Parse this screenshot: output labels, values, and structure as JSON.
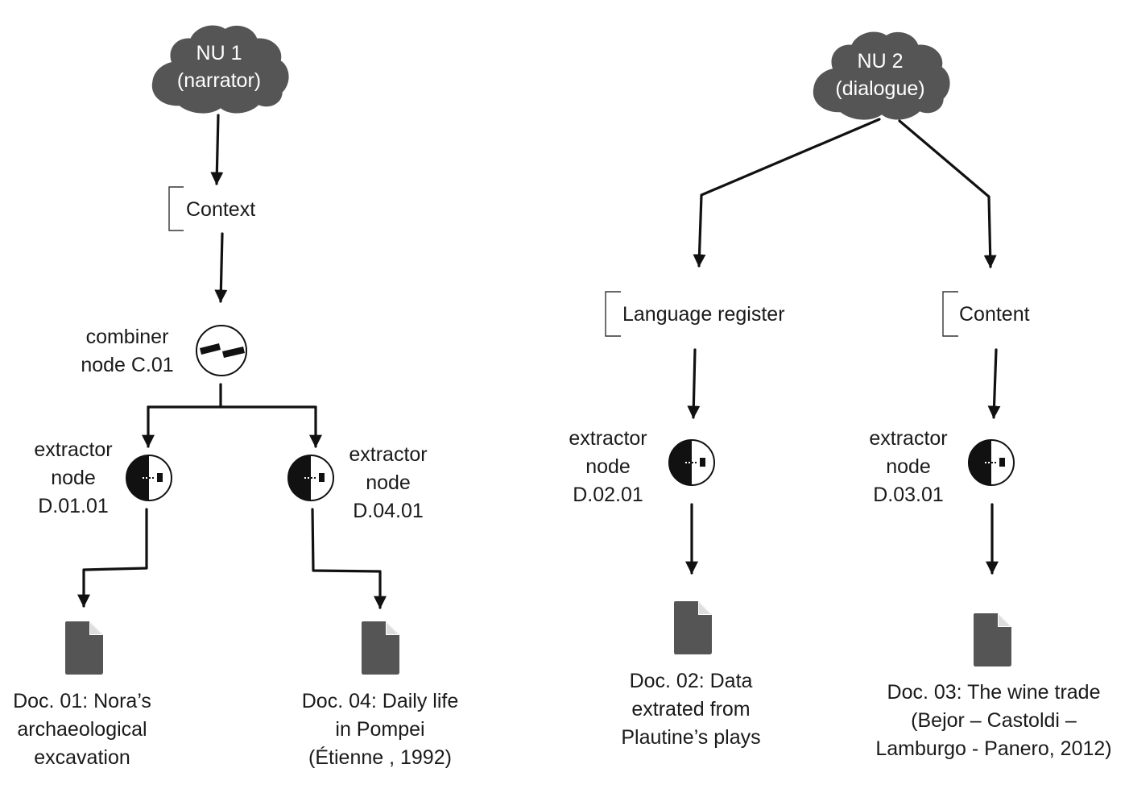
{
  "nodes": {
    "nu1": {
      "line1": "NU 1",
      "line2": "(narrator)"
    },
    "nu2": {
      "line1": "NU 2",
      "line2": "(dialogue)"
    },
    "context": {
      "label": "Context"
    },
    "language_register": {
      "label": "Language register"
    },
    "content": {
      "label": "Content"
    },
    "combiner": {
      "line1": "combiner",
      "line2": "node C.01"
    },
    "extractor_d0101": {
      "line1": "extractor",
      "line2": "node",
      "line3": "D.01.01"
    },
    "extractor_d0401": {
      "line1": "extractor",
      "line2": "node",
      "line3": "D.04.01"
    },
    "extractor_d0201": {
      "line1": "extractor",
      "line2": "node",
      "line3": "D.02.01"
    },
    "extractor_d0301": {
      "line1": "extractor",
      "line2": "node",
      "line3": "D.03.01"
    },
    "doc01": {
      "line1": "Doc. 01: Nora’s",
      "line2": "archaeological",
      "line3": "excavation"
    },
    "doc04": {
      "line1": "Doc. 04: Daily life",
      "line2": "in Pompei",
      "line3": "(Étienne , 1992)"
    },
    "doc02": {
      "line1": "Doc. 02: Data",
      "line2": "extrated from",
      "line3": "Plautine’s plays"
    },
    "doc03": {
      "line1": "Doc. 03: The wine trade",
      "line2": "(Bejor – Castoldi –",
      "line3": "Lamburgo - Panero, 2012)"
    }
  },
  "colors": {
    "cloud": "#555555",
    "document": "#555555",
    "line": "#111111",
    "text": "#1a1a1a"
  },
  "icons": {
    "cloud": "cloud-icon",
    "combiner": "combiner-node-icon",
    "extractor": "extractor-node-icon",
    "document": "document-icon"
  }
}
